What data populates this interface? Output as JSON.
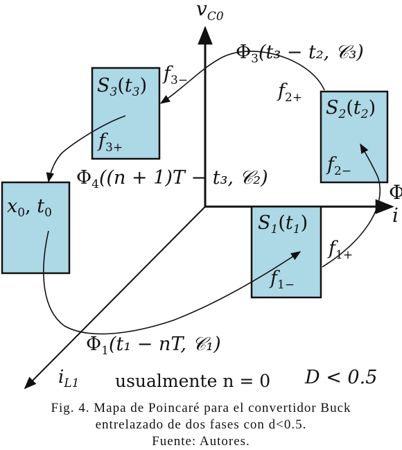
{
  "axes": {
    "vertical": "v",
    "vertical_sub": "C0",
    "horizontal_top": "Φ",
    "horizontal_bottom": "i",
    "diagonal": "i",
    "diagonal_sub": "L1"
  },
  "boxes": {
    "s3": {
      "name": "S",
      "idx": "3",
      "arg": "t",
      "arg_idx": "3",
      "flow": "f",
      "flow_idx": "3+"
    },
    "s2": {
      "name": "S",
      "idx": "2",
      "arg": "t",
      "arg_idx": "2",
      "flow": "f",
      "flow_idx": "2−"
    },
    "s1": {
      "name": "S",
      "idx": "1",
      "arg": "t",
      "arg_idx": "1",
      "flow": "f",
      "flow_idx": "1−"
    },
    "x0": {
      "x": "x",
      "x_idx": "0",
      "t": "t",
      "t_idx": "0"
    }
  },
  "outer_labels": {
    "f3minus": {
      "f": "f",
      "idx": "3−"
    },
    "f2plus": {
      "f": "f",
      "idx": "2+"
    },
    "f1plus": {
      "f": "f",
      "idx": "1+"
    }
  },
  "maps": {
    "phi3": {
      "phi": "Φ",
      "idx": "3",
      "body": "(t₃ − t₂, 𝒞₃)"
    },
    "phi4": {
      "phi": "Φ",
      "idx": "4",
      "body": "((n + 1)T − t₃, 𝒞₂)"
    },
    "phi1": {
      "phi": "Φ",
      "idx": "1",
      "body": "(t₁ − nT, 𝒞₁)"
    }
  },
  "notes": {
    "usual": "usualmente n = 0",
    "condition": "D < 0.5"
  },
  "caption": {
    "line1": "Fig. 4. Mapa de Poincaré para el convertidor Buck",
    "line2": "entrelazado de dos fases con d<0.5.",
    "line3": "Fuente: Autores."
  },
  "colors": {
    "box_fill": "#add8e6",
    "ink": "#111111",
    "background": "#ffffff"
  }
}
